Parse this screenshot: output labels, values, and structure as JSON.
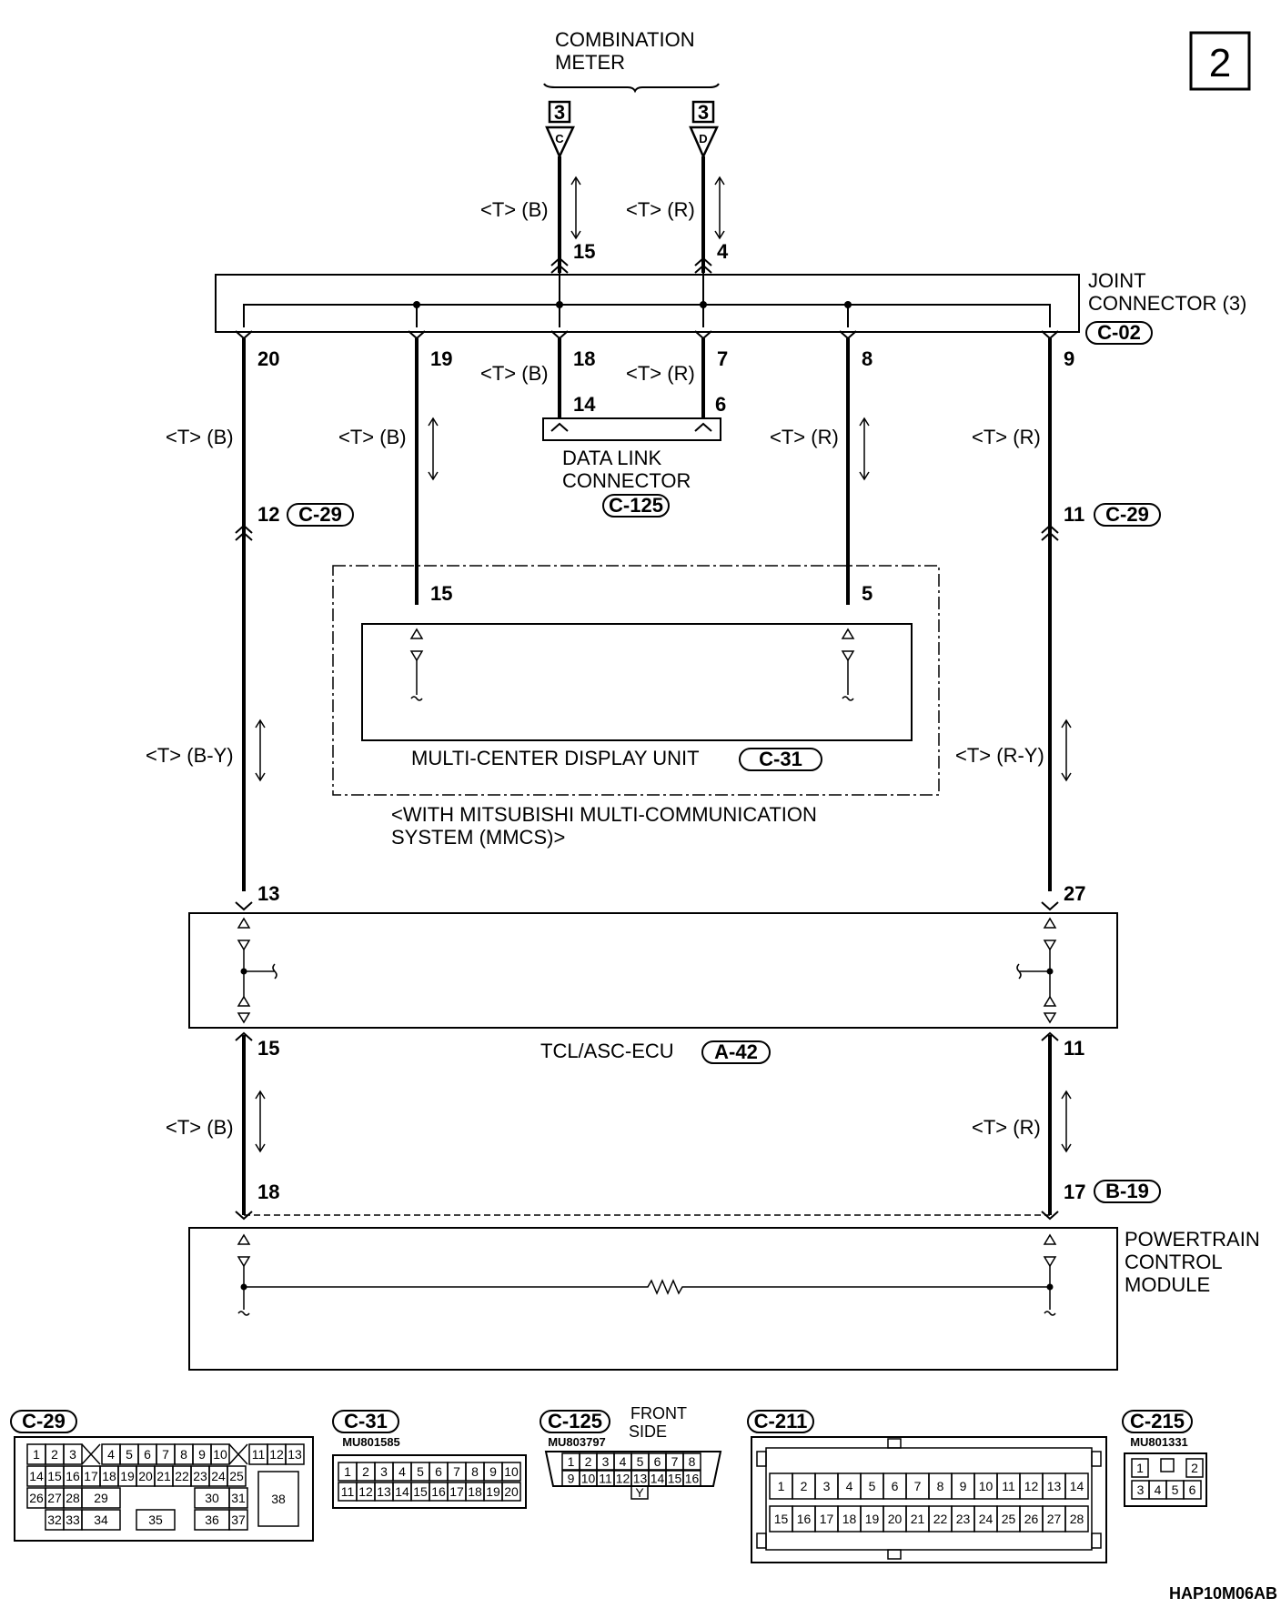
{
  "page_number": "2",
  "figure_code": "HAP10M06AB",
  "combination_meter": {
    "title_line1": "COMBINATION",
    "title_line2": "METER",
    "left_connector": {
      "number": "3",
      "letter": "C"
    },
    "right_connector": {
      "number": "3",
      "letter": "D"
    }
  },
  "joint_connector": {
    "title_line1": "JOINT",
    "title_line2": "CONNECTOR (3)",
    "id": "C-02"
  },
  "data_link_connector": {
    "title_line1": "DATA LINK",
    "title_line2": "CONNECTOR",
    "id": "C-125"
  },
  "multi_center_display": {
    "title": "MULTI-CENTER DISPLAY UNIT",
    "id": "C-31",
    "note_line1": "<WITH MITSUBISHI MULTI-COMMUNICATION",
    "note_line2": "SYSTEM (MMCS)>"
  },
  "tcl_asc_ecu": {
    "title": "TCL/ASC-ECU",
    "id": "A-42"
  },
  "pcm": {
    "title_line1": "POWERTRAIN",
    "title_line2": "CONTROL",
    "title_line3": "MODULE"
  },
  "wires": {
    "t_b": "<T> (B)",
    "t_r": "<T> (R)",
    "t_b_y": "<T> (B-Y)",
    "t_r_y": "<T> (R-Y)"
  },
  "pins": {
    "meter_left": "15",
    "meter_right": "4",
    "jc_20": "20",
    "jc_19": "19",
    "jc_18": "18",
    "jc_7": "7",
    "jc_8": "8",
    "jc_9": "9",
    "dlc_14": "14",
    "dlc_6": "6",
    "c29_12": "12",
    "c29_11": "11",
    "mcd_15": "15",
    "mcd_5": "5",
    "ecu_13": "13",
    "ecu_27": "27",
    "ecu_15": "15",
    "ecu_11": "11",
    "pcm_18": "18",
    "pcm_17": "17"
  },
  "inline_connectors": {
    "left": "C-29",
    "right": "C-29",
    "pcm": "B-19"
  },
  "connector_views": [
    {
      "id": "C-29",
      "part_no": "",
      "cavities_top": [
        "1",
        "2",
        "3",
        "4",
        "5",
        "6",
        "7",
        "8",
        "9",
        "10",
        "11",
        "12",
        "13"
      ],
      "cavities_mid": [
        "14",
        "15",
        "16",
        "17",
        "18",
        "19",
        "20",
        "21",
        "22",
        "23",
        "24",
        "25"
      ],
      "cavities_low": [
        "26",
        "27",
        "28",
        "29",
        "30",
        "31",
        "38"
      ],
      "cavities_bot": [
        "32",
        "33",
        "34",
        "35",
        "36",
        "37"
      ]
    },
    {
      "id": "C-31",
      "part_no": "MU801585",
      "cavities_top": [
        "1",
        "2",
        "3",
        "4",
        "5",
        "6",
        "7",
        "8",
        "9",
        "10"
      ],
      "cavities_bot": [
        "11",
        "12",
        "13",
        "14",
        "15",
        "16",
        "17",
        "18",
        "19",
        "20"
      ]
    },
    {
      "id": "C-125",
      "part_no": "MU803797",
      "note_line1": "FRONT",
      "note_line2": "SIDE",
      "cavities_top": [
        "1",
        "2",
        "3",
        "4",
        "5",
        "6",
        "7",
        "8"
      ],
      "cavities_bot": [
        "9",
        "10",
        "11",
        "12",
        "13",
        "14",
        "15",
        "16"
      ],
      "key": "Y"
    },
    {
      "id": "C-211",
      "part_no": "",
      "cavities_top": [
        "1",
        "2",
        "3",
        "4",
        "5",
        "6",
        "7",
        "8",
        "9",
        "10",
        "11",
        "12",
        "13",
        "14"
      ],
      "cavities_bot": [
        "15",
        "16",
        "17",
        "18",
        "19",
        "20",
        "21",
        "22",
        "23",
        "24",
        "25",
        "26",
        "27",
        "28"
      ]
    },
    {
      "id": "C-215",
      "part_no": "MU801331",
      "cavities_top": [
        "1",
        "2"
      ],
      "cavities_bot": [
        "3",
        "4",
        "5",
        "6"
      ]
    }
  ]
}
